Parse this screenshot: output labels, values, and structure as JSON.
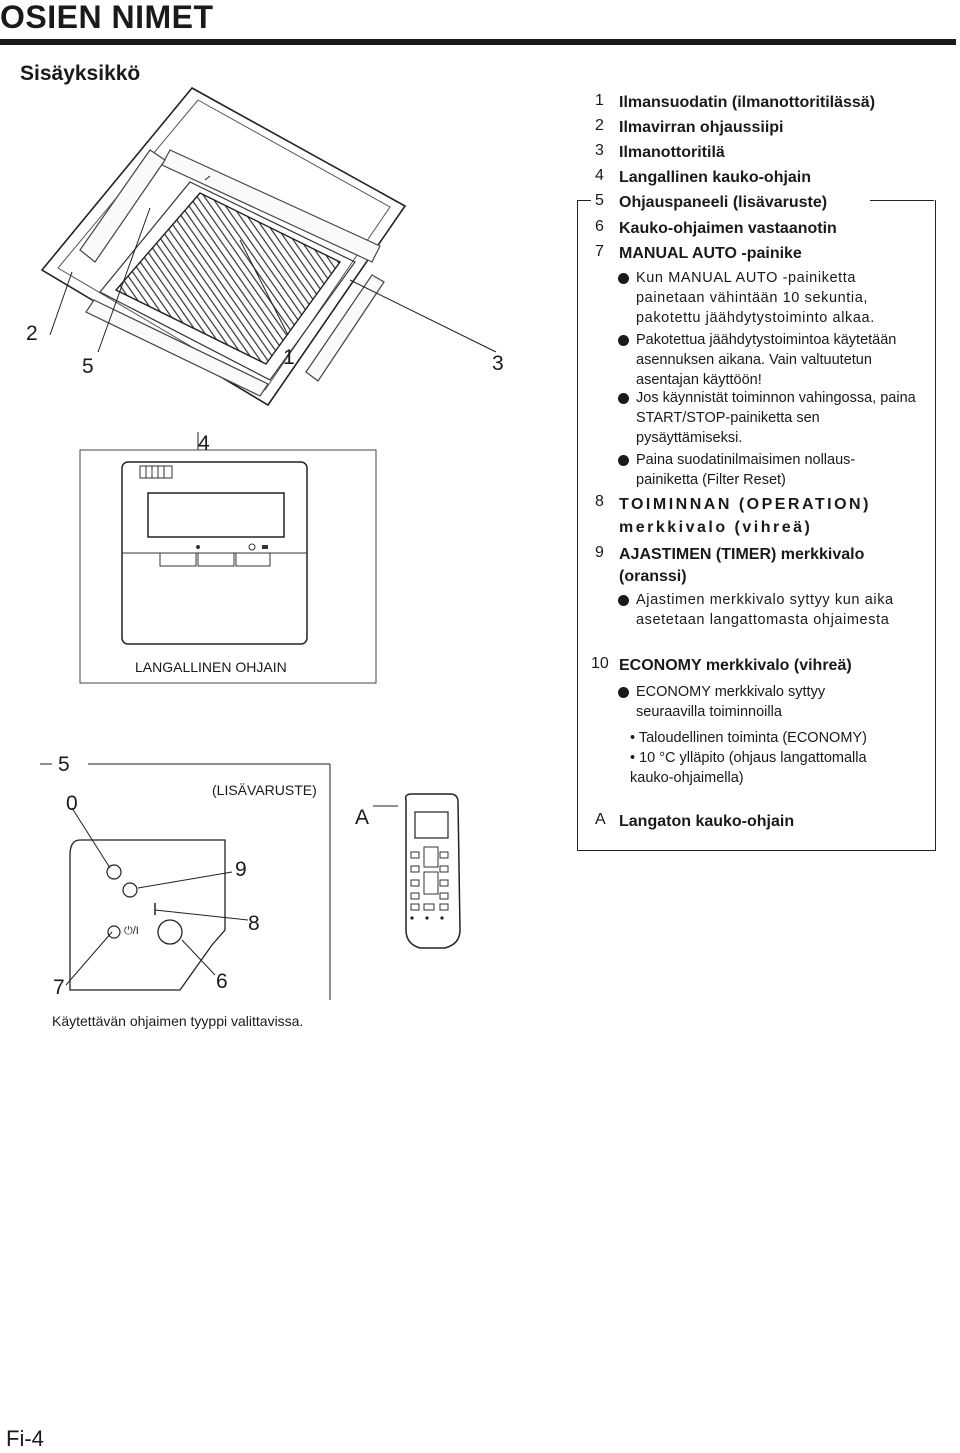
{
  "header": {
    "title": "OSIEN NIMET",
    "section": "Sisäyksikkö"
  },
  "callouts": {
    "c2": "2",
    "c5a": "5",
    "c1": "1",
    "c3": "3",
    "c4": "4",
    "c5b": "5",
    "c0": "0",
    "cA": "A",
    "c9": "9",
    "c8": "8",
    "c7": "7",
    "c6": "6"
  },
  "labels": {
    "wired_controller": "LANGALLINEN OHJAIN",
    "optional": "(LISÄVARUSTE)",
    "panel_icon_power": "⏻/I",
    "panel_icon_bar": "|"
  },
  "legend": {
    "items": [
      {
        "num": "1",
        "text": "Ilmansuodatin (ilmanottoritilässä)"
      },
      {
        "num": "2",
        "text": "Ilmavirran ohjaussiipi"
      },
      {
        "num": "3",
        "text": "Ilmanottoritilä"
      },
      {
        "num": "4",
        "text": "Langallinen kauko-ohjain"
      },
      {
        "num": "5",
        "text": "Ohjauspaneeli (lisävaruste)"
      },
      {
        "num": "6",
        "text": "Kauko-ohjaimen vastaanotin"
      },
      {
        "num": "7",
        "text": "MANUAL AUTO -painike"
      }
    ],
    "manual_bullets": [
      "Kun MANUAL AUTO -painiketta painetaan vähintään 10 sekuntia, pakotettu jäähdytystoiminto alkaa.",
      "Pakotettua jäähdytystoimintoa käytetään asennuksen aikana. Vain valtuutetun asentajan käyttöön!",
      "Jos käynnistät toiminnon vahingossa, paina START/STOP-painiketta sen pysäyttämiseksi.",
      "Paina suodatinilmaisimen nollaus-painiketta (Filter Reset)"
    ],
    "item8": {
      "num": "8",
      "text": "TOIMINNAN (OPERATION) merkkivalo (vihreä)"
    },
    "item9": {
      "num": "9",
      "text": "AJASTIMEN (TIMER) merkkivalo (oranssi)"
    },
    "item9_bullet": "Ajastimen merkkivalo syttyy kun aika asetetaan langattomasta ohjaimesta",
    "item10": {
      "num": "10",
      "text": "ECONOMY merkkivalo (vihreä)"
    },
    "item10_bullet": "ECONOMY merkkivalo syttyy seuraavilla toiminnoilla",
    "item10_sub": [
      "• Taloudellinen toiminta (ECONOMY)",
      "• 10 °C ylläpito (ohjaus langattomalla kauko-ohjaimella)"
    ],
    "itemA": {
      "num": "A",
      "text": "Langaton kauko-ohjain"
    }
  },
  "footer": {
    "note": "Käytettävän ohjaimen tyyppi valittavissa.",
    "page": "Fi-4"
  }
}
